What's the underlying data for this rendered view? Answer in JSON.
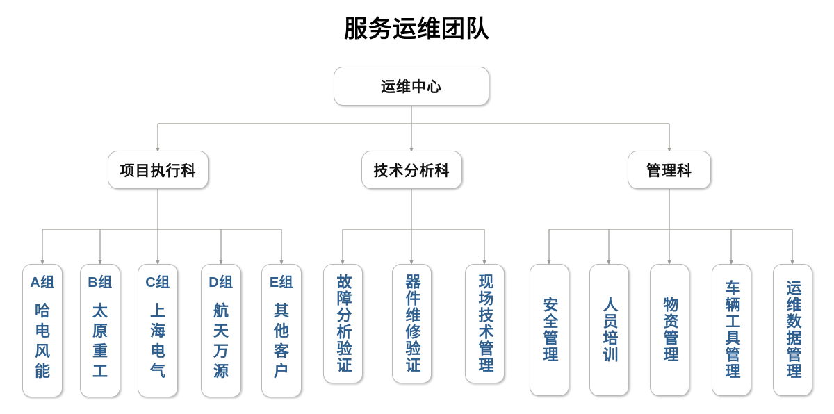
{
  "title": "服务运维团队",
  "theme": {
    "title_color": "#000000",
    "dept_text_color": "#111111",
    "leaf_text_color": "#2e5e8e",
    "box_border_color": "#b9b9b9",
    "box_fill_color": "#ffffff",
    "connector_color": "#9a9a94",
    "background": "#ffffff"
  },
  "chart_data": {
    "type": "diagram",
    "diagram_type": "org-chart",
    "orientation": "top-down",
    "levels": 3,
    "root": "运维中心",
    "nodes_total": 17
  },
  "root": {
    "label": "运维中心"
  },
  "departments": [
    {
      "label": "项目执行科"
    },
    {
      "label": "技术分析科"
    },
    {
      "label": "管理科"
    }
  ],
  "project_groups": [
    {
      "code": "A组",
      "client": "哈电风能",
      "chars": [
        "哈",
        "电",
        "风",
        "能"
      ]
    },
    {
      "code": "B组",
      "client": "太原重工",
      "chars": [
        "太",
        "原",
        "重",
        "工"
      ]
    },
    {
      "code": "C组",
      "client": "上海电气",
      "chars": [
        "上",
        "海",
        "电",
        "气"
      ]
    },
    {
      "code": "D组",
      "client": "航天万源",
      "chars": [
        "航",
        "天",
        "万",
        "源"
      ]
    },
    {
      "code": "E组",
      "client": "其他客户",
      "chars": [
        "其",
        "他",
        "客",
        "户"
      ]
    }
  ],
  "technical_functions": [
    {
      "label": "故障分析验证"
    },
    {
      "label": "器件维修验证"
    },
    {
      "label": "现场技术管理"
    }
  ],
  "management_functions": [
    {
      "label": "安全管理"
    },
    {
      "label": "人员培训"
    },
    {
      "label": "物资管理"
    },
    {
      "label": "车辆工具管理"
    },
    {
      "label": "运维数据管理"
    }
  ]
}
